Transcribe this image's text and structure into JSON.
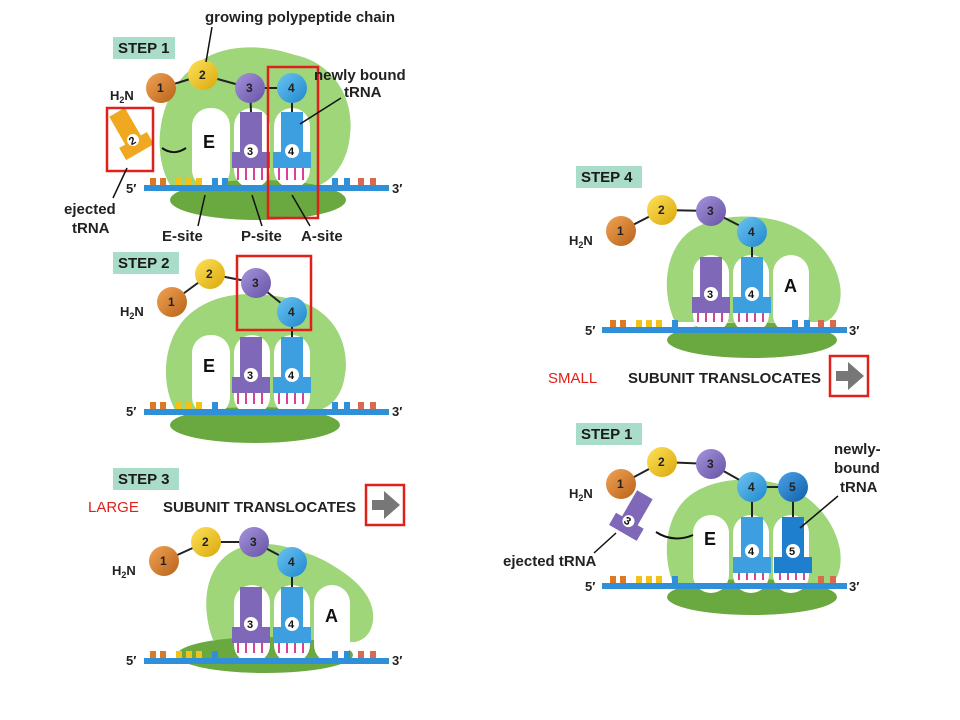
{
  "labels": {
    "step1_top": "STEP 1",
    "step2": "STEP 2",
    "step3": "STEP 3",
    "step4": "STEP 4",
    "step1_bottom": "STEP 1",
    "growing_chain": "growing polypeptide chain",
    "newly_bound_1": "newly bound",
    "newly_bound_2": "tRNA",
    "ejected_1": "ejected",
    "ejected_2": "tRNA",
    "e_site": "E-site",
    "p_site": "P-site",
    "a_site": "A-site",
    "large": "LARGE",
    "subunit_translocates": "SUBUNIT TRANSLOCATES",
    "small": "SMALL",
    "newly_bound_b1": "newly-",
    "newly_bound_b2": "bound",
    "newly_bound_b3": "tRNA",
    "ejected_trna": "ejected tRNA",
    "h2n_h": "H",
    "h2n_sub": "2",
    "h2n_n": "N",
    "five_prime": "5′",
    "three_prime": "3′",
    "site_e": "E",
    "site_a": "A",
    "n1": "1",
    "n2": "2",
    "n3": "3",
    "n4": "4",
    "n5": "5"
  },
  "colors": {
    "ribosome": "#9fd67a",
    "small_subunit": "#6aa840",
    "mrna": "#2f8fd8",
    "aa1": "#d87a28",
    "aa2": "#f2c21c",
    "aa3": "#8a76c2",
    "aa4": "#3aa7e4",
    "aa5": "#1f7fcf",
    "trna_purple": "#8068b8",
    "trna_blue": "#3d9fe0",
    "trna_orange": "#f0a820",
    "highlight": "#e0201b",
    "arrow": "#777777"
  }
}
